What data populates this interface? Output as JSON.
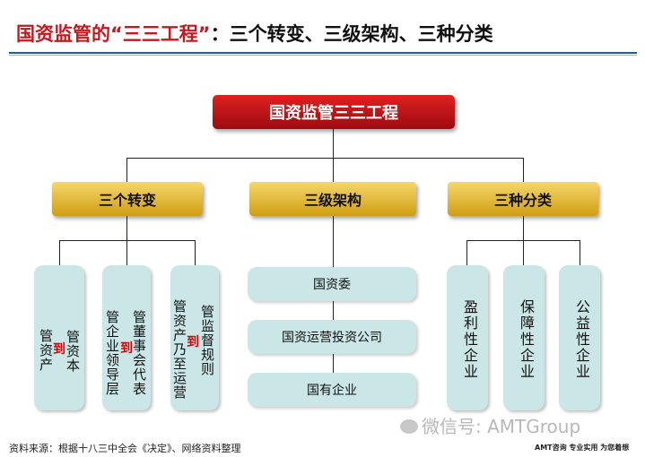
{
  "header": {
    "title_part1": "国资监管的“三三工程”",
    "title_part2": "：三个转变、三级架构、三种分类"
  },
  "root": {
    "label": "国资监管三三工程"
  },
  "branches": [
    {
      "label": "三个转变"
    },
    {
      "label": "三级架构"
    },
    {
      "label": "三种分类"
    }
  ],
  "transformations": [
    {
      "left": "管资产",
      "arrow": "到",
      "right": "管资本"
    },
    {
      "left": "管企业领导层",
      "arrow": "到",
      "right": "管董事会代表"
    },
    {
      "left": "管资产乃至运营",
      "arrow": "到",
      "right": "管监督规则"
    }
  ],
  "levels": [
    {
      "label": "国资委"
    },
    {
      "label": "国资运营投资公司"
    },
    {
      "label": "国有企业"
    }
  ],
  "categories": [
    {
      "label": "盈利性企业"
    },
    {
      "label": "保障性企业"
    },
    {
      "label": "公益性企业"
    }
  ],
  "footer": {
    "source": "资料来源：根据十八三中全会《决定》、网络资料整理",
    "watermark": "微信号: AMTGroup",
    "tagline": "AMT咨询 专业实用 为您着想"
  }
}
